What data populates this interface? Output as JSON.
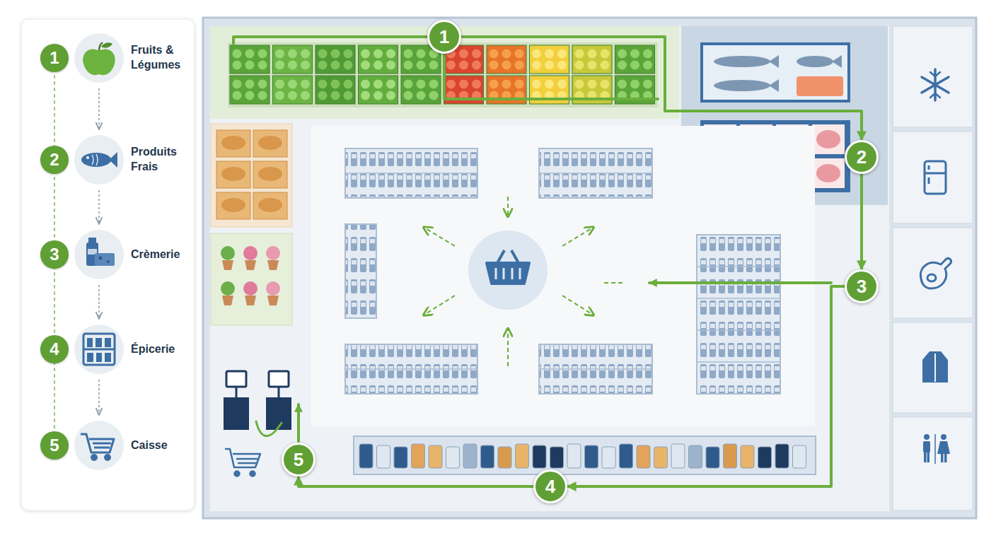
{
  "diagram": {
    "nodes": [
      {
        "text": [
          "1",
          "Fruits & Légumes"
        ]
      },
      {
        "text": [
          "2",
          "Produits Frais"
        ]
      },
      {
        "text": [
          "3",
          "Crèmerie"
        ]
      },
      {
        "text": [
          "4",
          "Épicerie"
        ]
      },
      {
        "text": [
          "5",
          "Caisse"
        ]
      },
      {
        "text": [
          "1"
        ]
      },
      {
        "text": [
          "2"
        ]
      },
      {
        "text": [
          "3"
        ]
      },
      {
        "text": [
          "4"
        ]
      },
      {
        "text": [
          "5"
        ]
      }
    ],
    "edges": [
      {
        "from": 0,
        "to": 1,
        "arrow": "to"
      },
      {
        "from": 1,
        "to": 2,
        "arrow": "to"
      },
      {
        "from": 2,
        "to": 3,
        "arrow": "to"
      },
      {
        "from": 3,
        "to": 4,
        "arrow": "to"
      },
      {
        "from": 5,
        "to": 6,
        "arrow": "to"
      },
      {
        "from": 6,
        "to": 7,
        "arrow": "to"
      },
      {
        "from": 7,
        "to": 8,
        "arrow": "to"
      },
      {
        "from": 8,
        "to": 9,
        "arrow": "to"
      }
    ]
  }
}
